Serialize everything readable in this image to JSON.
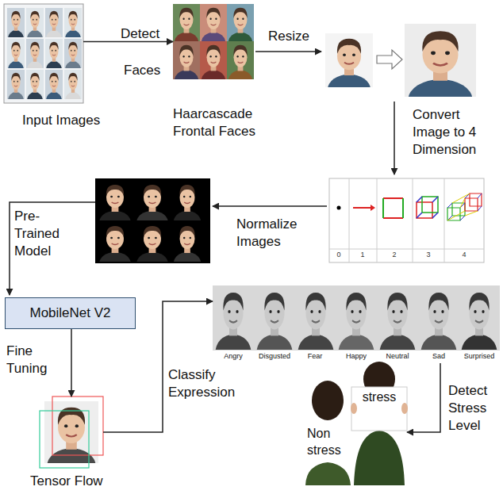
{
  "diagram": {
    "nodes": [
      {
        "text": [
          "Input Images"
        ]
      },
      {
        "text": [
          "Haarcascade Frontal Faces"
        ]
      },
      {
        "text": [
          "MobileNet V2"
        ]
      },
      {
        "text": [
          "Tensor Flow"
        ]
      },
      {
        "text": [
          "Angry",
          "Disgusted",
          "Fear",
          "Happy",
          "Neutral",
          "Sad",
          "Surprised"
        ]
      },
      {
        "text": [
          "stress",
          "Non stress"
        ]
      }
    ],
    "edges": [
      {
        "from": 0,
        "to": 1,
        "arrow": "to"
      },
      {
        "from": 2,
        "to": 3,
        "arrow": "to"
      },
      {
        "from": 3,
        "to": 4,
        "arrow": "to"
      },
      {
        "from": 4,
        "to": 5,
        "arrow": "to"
      }
    ],
    "labels": [
      "Detect",
      "Faces",
      "Resize",
      "Convert Image to 4 Dimension",
      "0",
      "1",
      "2",
      "3",
      "4",
      "Normalize Images",
      "Pre-Trained Model",
      "Fine Tuning",
      "Classify Expression",
      "Detect Stress Level"
    ]
  }
}
